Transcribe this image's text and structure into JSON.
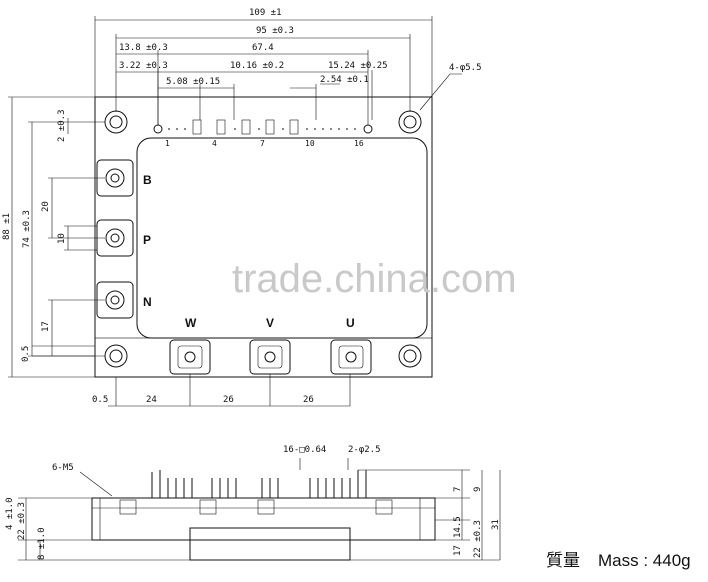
{
  "top_view": {
    "dims": {
      "overall_width": "109 ±1",
      "mount_pitch": "95 ±0.3",
      "pin_offset": "13.8 ±0.3",
      "pin_span": "67.4",
      "pin_left": "3.22 ±0.3",
      "pin_pitch_small": "5.08 ±0.15",
      "pin_group": "10.16 ±0.2",
      "pin_group_right": "15.24 ±0.25",
      "pin_pitch": "2.54 ±0.1",
      "mount_holes": "4-φ5.5",
      "left_top": "2 ±0.3",
      "height_total": "88 ±1",
      "height_inner": "74 ±0.3",
      "b_p_pitch": "20",
      "term_width": "10",
      "bottom_17": "17",
      "bottom_05": "0.5",
      "w_offset": "0.5",
      "w_pitch_1": "24",
      "w_pitch_2": "26",
      "w_pitch_3": "26"
    },
    "pin_numbers": [
      "1",
      "4",
      "7",
      "10",
      "16"
    ],
    "terminals": {
      "B": "B",
      "P": "P",
      "N": "N",
      "W": "W",
      "V": "V",
      "U": "U"
    },
    "watermark": "trade.china.com"
  },
  "side_view": {
    "dims": {
      "screws": "6-M5",
      "pins": "16-□0.64",
      "holes": "2-φ2.5",
      "d7": "7",
      "d9": "9",
      "d14_5": "14.5",
      "d17": "17",
      "d22a": "22 ±0.3",
      "d22b": "22 ±0.3",
      "d31": "31",
      "d4": "4 ±1.0",
      "d8": "8 ±1.0"
    }
  },
  "mass": {
    "jp": "質量",
    "label": "Mass : 440g"
  }
}
